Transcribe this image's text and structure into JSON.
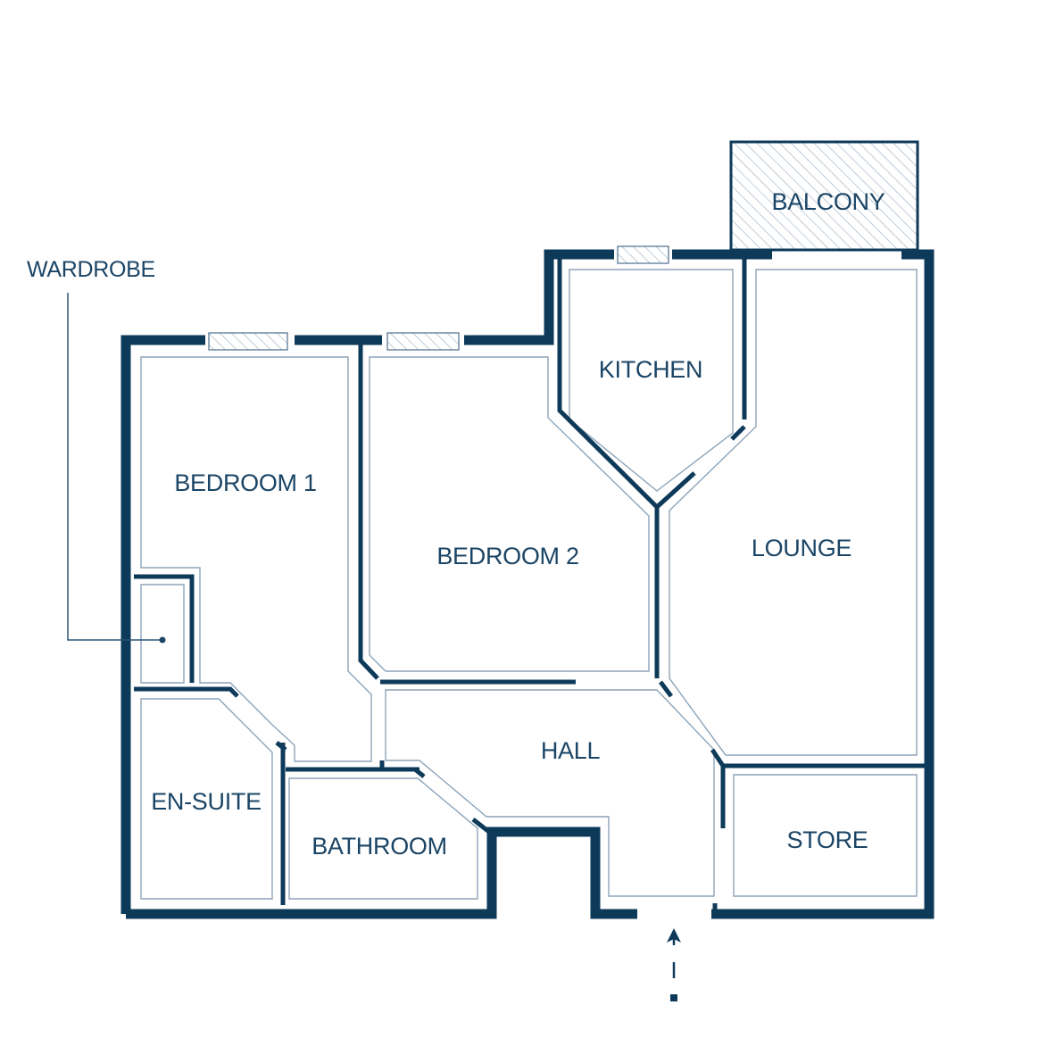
{
  "rooms": {
    "balcony": "BALCONY",
    "kitchen": "KITCHEN",
    "bedroom1": "BEDROOM 1",
    "bedroom2": "BEDROOM 2",
    "lounge": "LOUNGE",
    "hall": "HALL",
    "ensuite": "EN-SUITE",
    "bathroom": "BATHROOM",
    "store": "STORE"
  },
  "callouts": {
    "wardrobe": "WARDROBE"
  },
  "colors": {
    "wall": "#0e3a5a",
    "text": "#1b4566",
    "inner_outline": "#8da4b8",
    "background": "#ffffff"
  },
  "icons": {
    "entrance": "arrow-up-icon"
  }
}
